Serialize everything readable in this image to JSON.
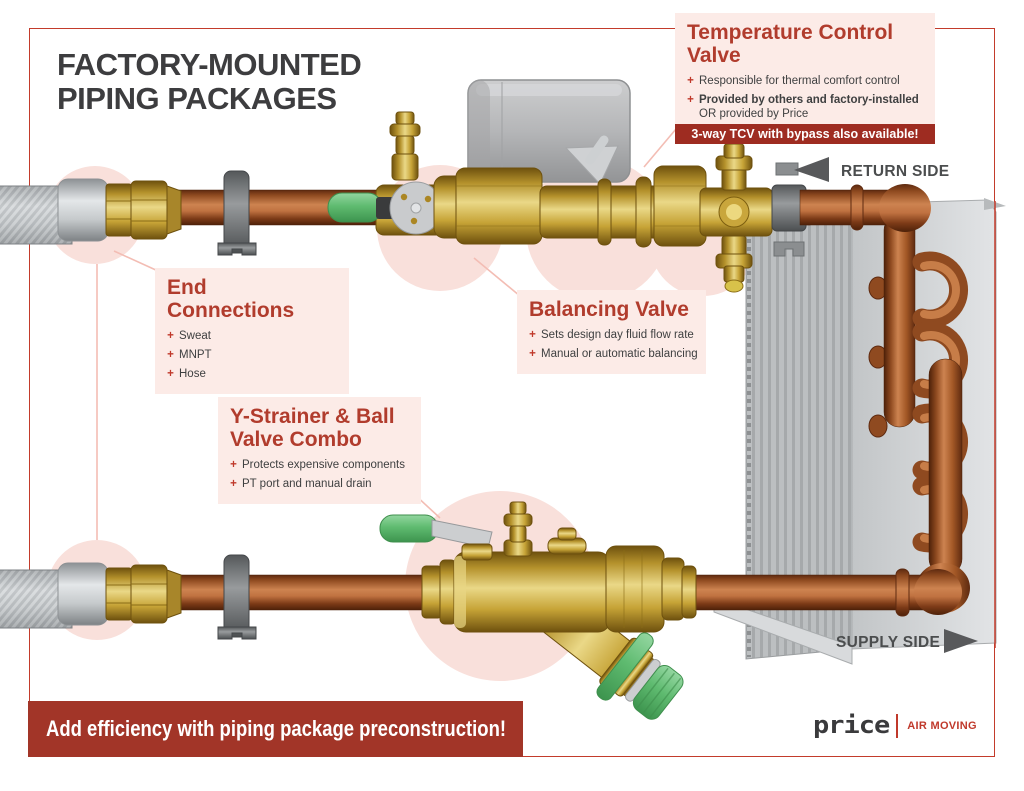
{
  "page": {
    "title_line1": "FACTORY-MOUNTED",
    "title_line2": "PIPING PACKAGES"
  },
  "callouts": {
    "tcv": {
      "title": "Temperature Control Valve",
      "bullets": [
        {
          "bold": "",
          "text": "Responsible for thermal comfort control"
        },
        {
          "bold": "Provided by others and factory-installed",
          "text": " OR provided by Price"
        }
      ],
      "banner": "3-way TCV with bypass also available!"
    },
    "end_connections": {
      "title": "End Connections",
      "bullets": [
        "Sweat",
        "MNPT",
        "Hose"
      ]
    },
    "balancing_valve": {
      "title": "Balancing Valve",
      "bullets": [
        "Sets design day fluid flow rate",
        "Manual or automatic balancing"
      ]
    },
    "y_strainer": {
      "title": "Y-Strainer & Ball Valve Combo",
      "bullets": [
        "Protects expensive components",
        "PT port and manual drain"
      ]
    }
  },
  "flow_labels": {
    "return_side": "RETURN SIDE",
    "supply_side": "SUPPLY SIDE"
  },
  "footer": {
    "banner": "Add efficiency with piping package preconstruction!"
  },
  "brand": {
    "logo": "price",
    "tagline": "AIR MOVING"
  },
  "ui": {
    "bullet_marker": "+"
  },
  "colors": {
    "accent_red": "#a23528",
    "heading_red": "#b13c2d",
    "border_red": "#c33b2b",
    "callout_bg": "#fcebe7",
    "highlight_circle": "#f9e0db",
    "copper": "#b05c2c",
    "brass": "#d2b04a",
    "valve_green": "#5cb86c",
    "metal_gray": "#b5b6b8"
  }
}
